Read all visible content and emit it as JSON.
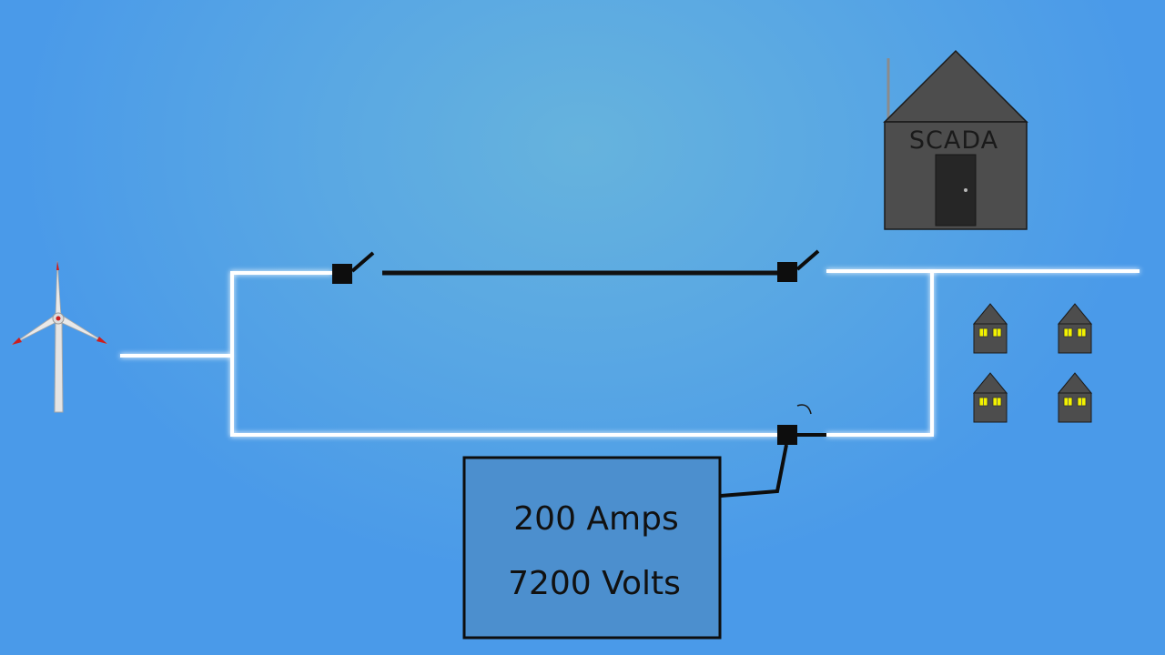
{
  "scada": {
    "label": "SCADA"
  },
  "meter": {
    "current": "200 Amps",
    "voltage": "7200 Volts"
  },
  "colors": {
    "background": "#4a9ae9",
    "power_line_glow": "#ffffff",
    "inactive_line": "#111111",
    "building": "#4d4d4d",
    "window_light": "#f2f200",
    "meter_box": "#4c8fce",
    "turbine_tip": "#cc1f1f"
  },
  "icons": {
    "generator": "wind-turbine-icon",
    "control_station": "scada-building-icon",
    "consumers": "house-icon"
  }
}
